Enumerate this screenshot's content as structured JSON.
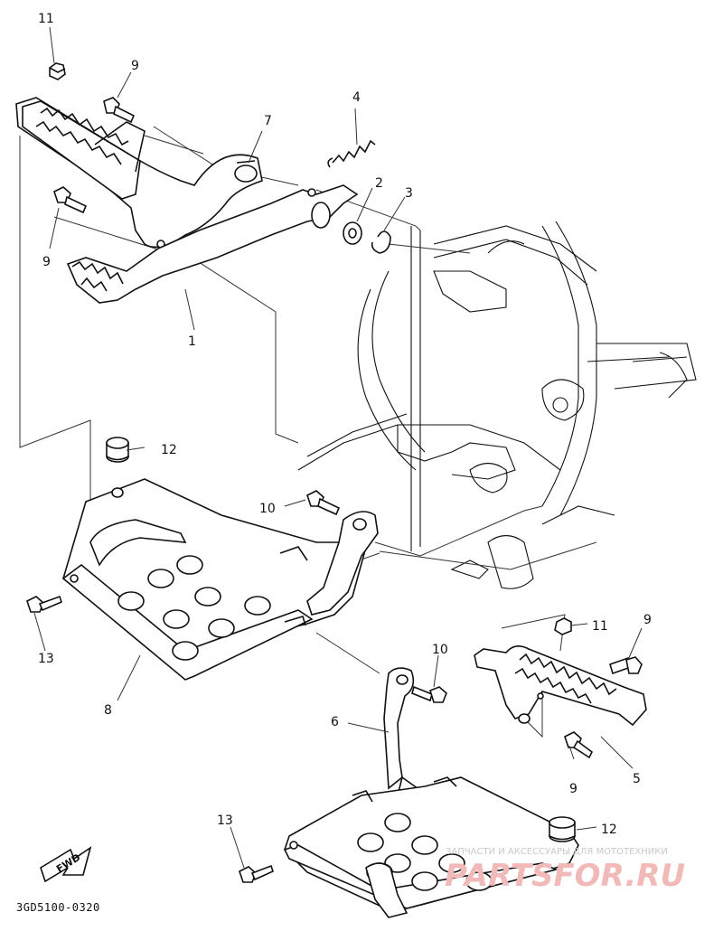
{
  "diagram": {
    "part_numbers": {
      "p1": "1",
      "p2": "2",
      "p3": "3",
      "p4": "4",
      "p5": "5",
      "p6": "6",
      "p7": "7",
      "p8": "8",
      "p9a": "9",
      "p9b": "9",
      "p9c": "9",
      "p9d": "9",
      "p10a": "10",
      "p10b": "10",
      "p11a": "11",
      "p11b": "11",
      "p12a": "12",
      "p12b": "12",
      "p13a": "13",
      "p13b": "13"
    },
    "fwd_label": "FWD",
    "diagram_code": "3GD5100-0320",
    "watermark_line": "ЗАПЧАСТИ И АКСЕССУАРЫ ДЛЯ МОТОТЕХНИКИ",
    "watermark_logo": "PARTSFOR.RU"
  }
}
